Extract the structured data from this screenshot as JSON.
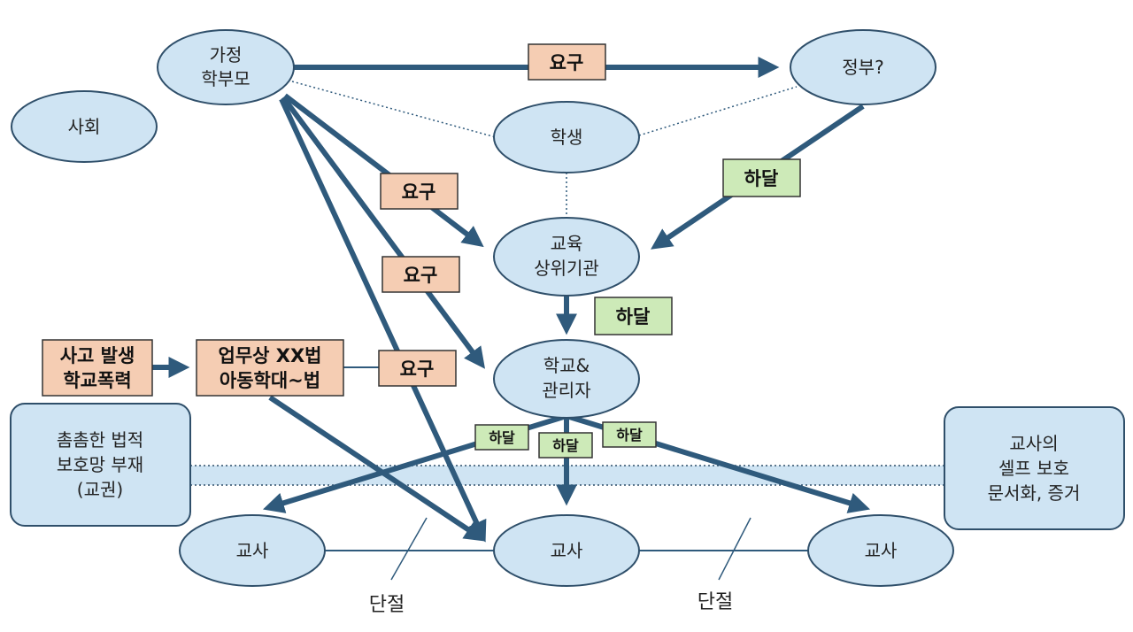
{
  "colors": {
    "node_fill": "#cfe4f3",
    "node_stroke": "#2f4f6a",
    "arrow": "#2f5a7c",
    "demand_fill": "#f5cdb3",
    "delegate_fill": "#cdeab8",
    "band_fill": "#cfe4f3"
  },
  "nodes": {
    "family": [
      "가정",
      "학부모"
    ],
    "government": [
      "정부?"
    ],
    "society": [
      "사회"
    ],
    "student": [
      "학생"
    ],
    "education_authority": [
      "교육",
      "상위기관"
    ],
    "school_admin": [
      "학교&",
      "관리자"
    ],
    "teacher_left": [
      "교사"
    ],
    "teacher_center": [
      "교사"
    ],
    "teacher_right": [
      "교사"
    ]
  },
  "boxes": {
    "incident": [
      "사고 발생",
      "학교폭력"
    ],
    "laws": [
      "업무상 XX법",
      "아동학대~법"
    ],
    "legal_gap": [
      "촘촘한 법적",
      "보호망 부재",
      "(교권)"
    ],
    "self_protection": [
      "교사의",
      "셀프 보호",
      "문서화, 증거"
    ]
  },
  "labels": {
    "demand": "요구",
    "delegate": "하달",
    "disconnect": "단절"
  }
}
